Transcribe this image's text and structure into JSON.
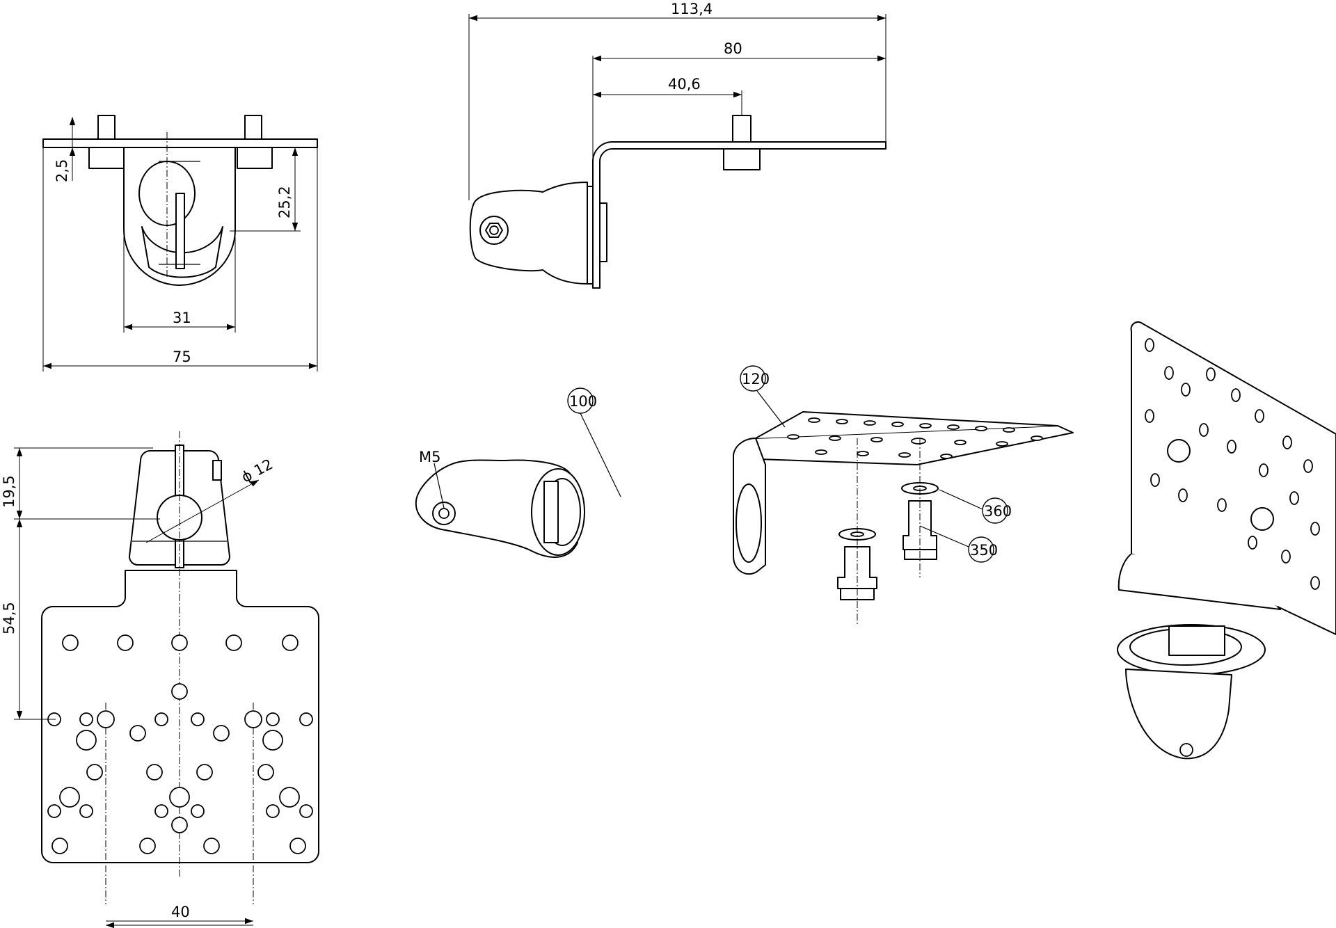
{
  "dimensions": {
    "top_width": "75",
    "top_inner": "31",
    "top_thickness": "2,5",
    "top_height": "25,2",
    "side_total": "113,4",
    "side_80": "80",
    "side_40": "40,6",
    "front_19": "19,5",
    "front_54": "54,5",
    "front_dia": "ϕ 12",
    "front_40": "40"
  },
  "callouts": {
    "part_100": "100",
    "part_120": "120",
    "part_360": "360",
    "part_350": "350",
    "thread": "M5"
  }
}
